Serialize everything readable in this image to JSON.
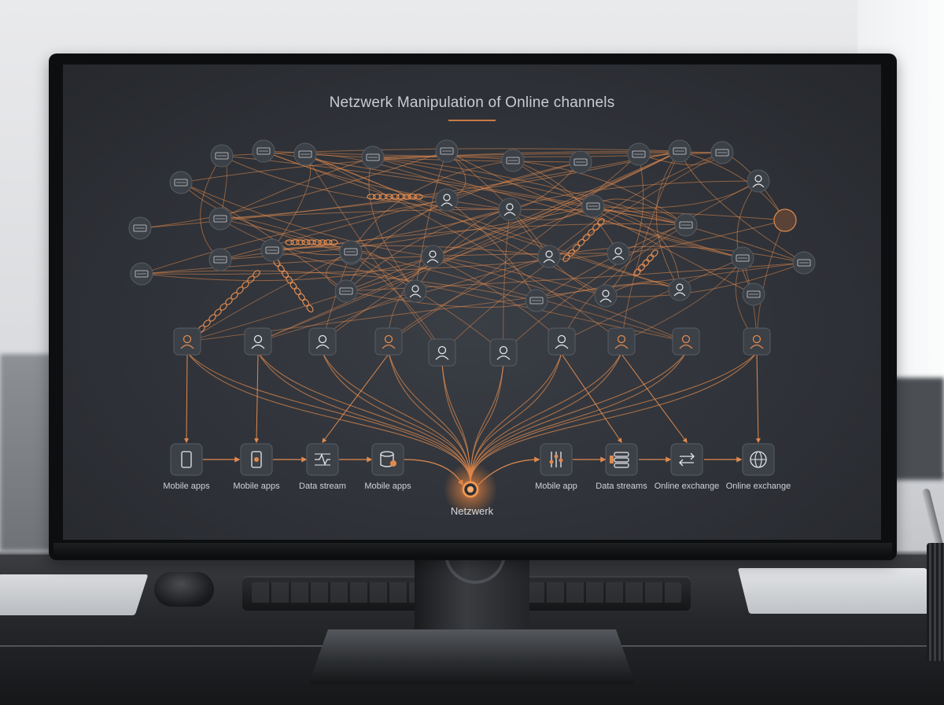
{
  "screen": {
    "title": "Netzwerk Manipulation of Online channels",
    "hub_label": "Netzwerk",
    "channels": [
      {
        "label": "Mobile apps",
        "icon": "smartphone-icon"
      },
      {
        "label": "Mobile apps",
        "icon": "mobile-app-icon"
      },
      {
        "label": "Data stream",
        "icon": "data-stream-icon"
      },
      {
        "label": "Mobile apps",
        "icon": "database-icon"
      },
      {
        "label": "Mobile app",
        "icon": "sliders-icon"
      },
      {
        "label": "Data streams",
        "icon": "stacked-database-icon"
      },
      {
        "label": "Online exchange",
        "icon": "exchange-arrows-icon"
      },
      {
        "label": "Online exchange",
        "icon": "globe-icon"
      }
    ]
  },
  "colors": {
    "accent": "#e08a4f",
    "screen_bg": "#2f3238",
    "node_bg": "#3c4047",
    "node_border": "#575c64",
    "text": "#c9ccd1"
  }
}
